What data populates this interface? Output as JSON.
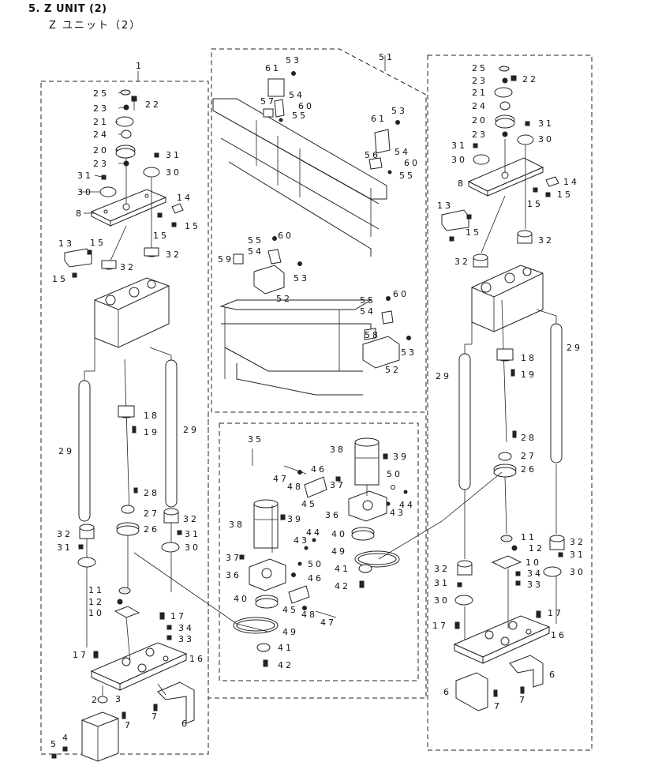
{
  "header": {
    "title": "5.  Z UNIT (2)",
    "subtitle": "Z ユニット（2）"
  },
  "diagram": {
    "callouts": [
      {
        "id": "c1",
        "text": "1"
      },
      {
        "id": "c25a",
        "text": "25"
      },
      {
        "id": "c23a",
        "text": "23"
      },
      {
        "id": "c22a",
        "text": "22"
      },
      {
        "id": "c21a",
        "text": "21"
      },
      {
        "id": "c24a",
        "text": "24"
      },
      {
        "id": "c20a",
        "text": "20"
      },
      {
        "id": "c23b",
        "text": "23"
      },
      {
        "id": "c31a",
        "text": "31"
      },
      {
        "id": "c31b",
        "text": "31"
      },
      {
        "id": "c30a",
        "text": "30"
      },
      {
        "id": "c30b",
        "text": "30"
      },
      {
        "id": "c8a",
        "text": "8"
      },
      {
        "id": "c14a",
        "text": "14"
      },
      {
        "id": "c15a",
        "text": "15"
      },
      {
        "id": "c15b",
        "text": "15"
      },
      {
        "id": "c13a",
        "text": "13"
      },
      {
        "id": "c15c",
        "text": "15"
      },
      {
        "id": "c15d",
        "text": "15"
      },
      {
        "id": "c32a",
        "text": "32"
      },
      {
        "id": "c32b",
        "text": "32"
      },
      {
        "id": "c18a",
        "text": "18"
      },
      {
        "id": "c19a",
        "text": "19"
      },
      {
        "id": "c29a",
        "text": "29"
      },
      {
        "id": "c29b",
        "text": "29"
      },
      {
        "id": "c28a",
        "text": "28"
      },
      {
        "id": "c27a",
        "text": "27"
      },
      {
        "id": "c26a",
        "text": "26"
      },
      {
        "id": "c32c",
        "text": "32"
      },
      {
        "id": "c32d",
        "text": "32"
      },
      {
        "id": "c31c",
        "text": "31"
      },
      {
        "id": "c31d",
        "text": "31"
      },
      {
        "id": "c30c",
        "text": "30"
      },
      {
        "id": "c11a",
        "text": "11"
      },
      {
        "id": "c12a",
        "text": "12"
      },
      {
        "id": "c10a",
        "text": "10"
      },
      {
        "id": "c17a",
        "text": "17"
      },
      {
        "id": "c34a",
        "text": "34"
      },
      {
        "id": "c33a",
        "text": "33"
      },
      {
        "id": "c17b",
        "text": "17"
      },
      {
        "id": "c16a",
        "text": "16"
      },
      {
        "id": "c2a",
        "text": "2"
      },
      {
        "id": "c3a",
        "text": "3"
      },
      {
        "id": "c7a",
        "text": "7"
      },
      {
        "id": "c7b",
        "text": "7"
      },
      {
        "id": "c6a",
        "text": "6"
      },
      {
        "id": "c4a",
        "text": "4"
      },
      {
        "id": "c5a",
        "text": "5"
      },
      {
        "id": "c51",
        "text": "51"
      },
      {
        "id": "c61a",
        "text": "61"
      },
      {
        "id": "c53a",
        "text": "53"
      },
      {
        "id": "c57",
        "text": "57"
      },
      {
        "id": "c54a",
        "text": "54"
      },
      {
        "id": "c60a",
        "text": "60"
      },
      {
        "id": "c55a",
        "text": "55"
      },
      {
        "id": "c61b",
        "text": "61"
      },
      {
        "id": "c53b",
        "text": "53"
      },
      {
        "id": "c54b",
        "text": "54"
      },
      {
        "id": "c56",
        "text": "56"
      },
      {
        "id": "c60b",
        "text": "60"
      },
      {
        "id": "c55b",
        "text": "55"
      },
      {
        "id": "c55c",
        "text": "55"
      },
      {
        "id": "c60c",
        "text": "60"
      },
      {
        "id": "c54c",
        "text": "54"
      },
      {
        "id": "c59",
        "text": "59"
      },
      {
        "id": "c53c",
        "text": "53"
      },
      {
        "id": "c52a",
        "text": "52"
      },
      {
        "id": "c55d",
        "text": "55"
      },
      {
        "id": "c60d",
        "text": "60"
      },
      {
        "id": "c54d",
        "text": "54"
      },
      {
        "id": "c58",
        "text": "58"
      },
      {
        "id": "c53d",
        "text": "53"
      },
      {
        "id": "c52b",
        "text": "52"
      },
      {
        "id": "c35",
        "text": "35"
      },
      {
        "id": "c38a",
        "text": "38"
      },
      {
        "id": "c39a",
        "text": "39"
      },
      {
        "id": "c47a",
        "text": "47"
      },
      {
        "id": "c46a",
        "text": "46"
      },
      {
        "id": "c48a",
        "text": "48"
      },
      {
        "id": "c37a",
        "text": "37"
      },
      {
        "id": "c50a",
        "text": "50"
      },
      {
        "id": "c45a",
        "text": "45"
      },
      {
        "id": "c36a",
        "text": "36"
      },
      {
        "id": "c44a",
        "text": "44"
      },
      {
        "id": "c43a",
        "text": "43"
      },
      {
        "id": "c38b",
        "text": "38"
      },
      {
        "id": "c39b",
        "text": "39"
      },
      {
        "id": "c40a",
        "text": "40"
      },
      {
        "id": "c44b",
        "text": "44"
      },
      {
        "id": "c43b",
        "text": "43"
      },
      {
        "id": "c49a",
        "text": "49"
      },
      {
        "id": "c37b",
        "text": "37"
      },
      {
        "id": "c50b",
        "text": "50"
      },
      {
        "id": "c41a",
        "text": "41"
      },
      {
        "id": "c36b",
        "text": "36"
      },
      {
        "id": "c46b",
        "text": "46"
      },
      {
        "id": "c42a",
        "text": "42"
      },
      {
        "id": "c40b",
        "text": "40"
      },
      {
        "id": "c45b",
        "text": "45"
      },
      {
        "id": "c48b",
        "text": "48"
      },
      {
        "id": "c47b",
        "text": "47"
      },
      {
        "id": "c49b",
        "text": "49"
      },
      {
        "id": "c41b",
        "text": "41"
      },
      {
        "id": "c42b",
        "text": "42"
      },
      {
        "id": "c25b",
        "text": "25"
      },
      {
        "id": "c23c",
        "text": "23"
      },
      {
        "id": "c22b",
        "text": "22"
      },
      {
        "id": "c21b",
        "text": "21"
      },
      {
        "id": "c24b",
        "text": "24"
      },
      {
        "id": "c20b",
        "text": "20"
      },
      {
        "id": "c31e",
        "text": "31"
      },
      {
        "id": "c23d",
        "text": "23"
      },
      {
        "id": "c31f",
        "text": "31"
      },
      {
        "id": "c30d",
        "text": "30"
      },
      {
        "id": "c30e",
        "text": "30"
      },
      {
        "id": "c8b",
        "text": "8"
      },
      {
        "id": "c14b",
        "text": "14"
      },
      {
        "id": "c15e",
        "text": "15"
      },
      {
        "id": "c15f",
        "text": "15"
      },
      {
        "id": "c13b",
        "text": "13"
      },
      {
        "id": "c15g",
        "text": "15"
      },
      {
        "id": "c32e",
        "text": "32"
      },
      {
        "id": "c32f",
        "text": "32"
      },
      {
        "id": "c18b",
        "text": "18"
      },
      {
        "id": "c19b",
        "text": "19"
      },
      {
        "id": "c29c",
        "text": "29"
      },
      {
        "id": "c29d",
        "text": "29"
      },
      {
        "id": "c28b",
        "text": "28"
      },
      {
        "id": "c27b",
        "text": "27"
      },
      {
        "id": "c26b",
        "text": "26"
      },
      {
        "id": "c11b",
        "text": "11"
      },
      {
        "id": "c12b",
        "text": "12"
      },
      {
        "id": "c10b",
        "text": "10"
      },
      {
        "id": "c32g",
        "text": "32"
      },
      {
        "id": "c31g",
        "text": "31"
      },
      {
        "id": "c32h",
        "text": "32"
      },
      {
        "id": "c34b",
        "text": "34"
      },
      {
        "id": "c31h",
        "text": "31"
      },
      {
        "id": "c33b",
        "text": "33"
      },
      {
        "id": "c30f",
        "text": "30"
      },
      {
        "id": "c30g",
        "text": "30"
      },
      {
        "id": "c17c",
        "text": "17"
      },
      {
        "id": "c17d",
        "text": "17"
      },
      {
        "id": "c16b",
        "text": "16"
      },
      {
        "id": "c6b",
        "text": "6"
      },
      {
        "id": "c6c",
        "text": "6"
      },
      {
        "id": "c7c",
        "text": "7"
      },
      {
        "id": "c7d",
        "text": "7"
      }
    ]
  }
}
